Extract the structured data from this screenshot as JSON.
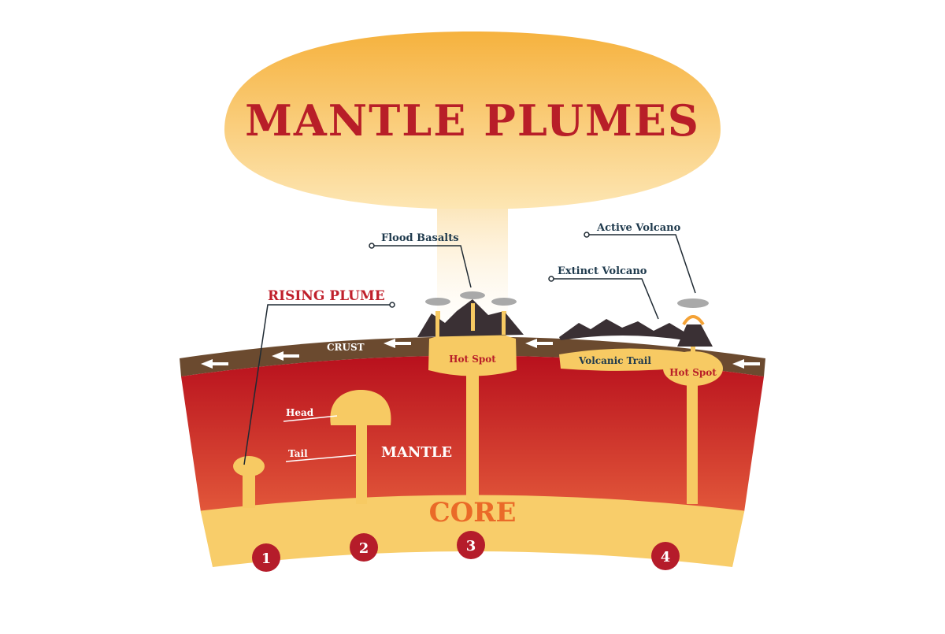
{
  "title": "MANTLE PLUMES",
  "labels": {
    "rising_plume": "RISING PLUME",
    "flood_basalts": "Flood Basalts",
    "extinct_volcano": "Extinct  Volcano",
    "active_volcano": "Active Volcano",
    "crust": "CRUST",
    "hot_spot_1": "Hot Spot",
    "hot_spot_2": "Hot Spot",
    "volcanic_trail": "Volcanic Trail",
    "head": "Head",
    "tail": "Tail",
    "mantle": "MANTLE",
    "core": "CORE"
  },
  "stages": [
    "1",
    "2",
    "3",
    "4"
  ],
  "colors": {
    "title": "#b81e28",
    "label_dark": "#1f3a4d",
    "label_red": "#c0202c",
    "mantle_top": "#b8101d",
    "mantle_bottom": "#e2573a",
    "core": "#f8cd6a",
    "core_text": "#ea6a28",
    "plume": "#f7ca63",
    "crust": "#6b4a2f",
    "badge": "#b51c2a"
  }
}
